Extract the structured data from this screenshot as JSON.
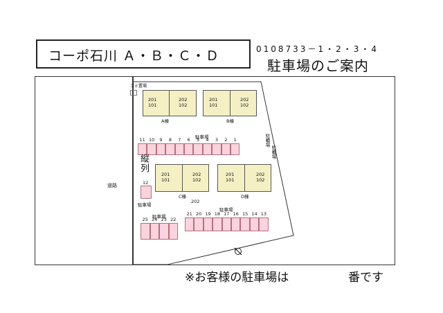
{
  "header": {
    "title": "コーポ石川 Ａ・Ｂ・Ｃ・Ｄ",
    "code": "0108733－1・2・3・4",
    "subtitle": "駐車場のご案内"
  },
  "map": {
    "road_label": "道路",
    "trash_label": "ゴミ置場",
    "bike_label": "駐輪場",
    "bike_label2": "駐輪場",
    "parking_label_top": "駐車場",
    "parking_label_left": "駐車場",
    "parking_label_bottom": "駐車場",
    "column_label": "縦列",
    "buildings": {
      "a": {
        "name": "A棟",
        "u201": "201",
        "u101": "101",
        "u202": "202",
        "u102": "102"
      },
      "b": {
        "name": "B棟",
        "u201": "201",
        "u101": "101",
        "u202": "202",
        "u102": "102"
      },
      "c": {
        "name": "C棟",
        "u201": "201",
        "u101": "101",
        "u202": "202",
        "u102": "102",
        "extra": "202"
      },
      "d": {
        "name": "D棟",
        "u201": "201",
        "u101": "101",
        "u202": "202",
        "u102": "102"
      }
    },
    "top_row": [
      "11",
      "10",
      "9",
      "8",
      "7",
      "6",
      "5",
      "4",
      "3",
      "2",
      "1"
    ],
    "single_space": "12",
    "bottom_right_row": [
      "21",
      "20",
      "19",
      "18",
      "17",
      "16",
      "15",
      "14",
      "13"
    ],
    "bottom_left_row": [
      "25",
      "24",
      "23",
      "22"
    ],
    "compass_icon": "north-arrow-icon"
  },
  "footer": {
    "note": "※お客様の駐車場は",
    "ban": "番です"
  }
}
